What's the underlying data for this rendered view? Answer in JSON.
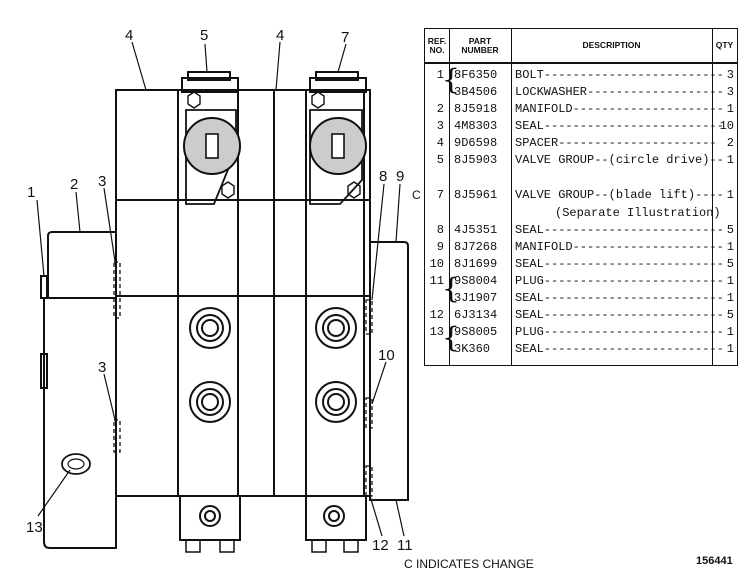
{
  "diagram": {
    "callouts": [
      "1",
      "2",
      "3",
      "4",
      "5",
      "4",
      "7",
      "8",
      "9",
      "3",
      "10",
      "13",
      "12",
      "11"
    ]
  },
  "table": {
    "headers": {
      "ref": "REF. NO.",
      "part": "PART NUMBER",
      "desc": "DESCRIPTION",
      "qty": "QTY"
    },
    "rows": [
      {
        "ref": "1",
        "part": "8F6350",
        "desc": "BOLT-------------------------",
        "qty": "3"
      },
      {
        "ref": "",
        "part": "3B4506",
        "desc": "LOCKWASHER-------------------",
        "qty": "3"
      },
      {
        "ref": "2",
        "part": "8J5918",
        "desc": "MANIFOLD---------------------",
        "qty": "1"
      },
      {
        "ref": "3",
        "part": "4M8303",
        "desc": "SEAL-------------------------",
        "qty": "10"
      },
      {
        "ref": "4",
        "part": "9D6598",
        "desc": "SPACER----------------------",
        "qty": "2"
      },
      {
        "ref": "5",
        "part": "8J5903",
        "desc": "VALVE GROUP--(circle drive)--",
        "qty": "1"
      },
      {
        "ref": "7",
        "part": "8J5961",
        "desc": "VALVE GROUP--(blade lift)----",
        "qty": "1"
      },
      {
        "ref": "",
        "part": "",
        "desc": "(Separate Illustration)",
        "qty": ""
      },
      {
        "ref": "8",
        "part": "4J5351",
        "desc": "SEAL-------------------------",
        "qty": "5"
      },
      {
        "ref": "9",
        "part": "8J7268",
        "desc": "MANIFOLD---------------------",
        "qty": "1"
      },
      {
        "ref": "10",
        "part": "8J1699",
        "desc": "SEAL-------------------------",
        "qty": "5"
      },
      {
        "ref": "11",
        "part": "9S8004",
        "desc": "PLUG-------------------------",
        "qty": "1"
      },
      {
        "ref": "",
        "part": "3J1907",
        "desc": "SEAL-------------------------",
        "qty": "1"
      },
      {
        "ref": "12",
        "part": "6J3134",
        "desc": "SEAL-------------------------",
        "qty": "5"
      },
      {
        "ref": "13",
        "part": "9S8005",
        "desc": "PLUG-------------------------",
        "qty": "1"
      },
      {
        "ref": "",
        "part": "3K360",
        "desc": "SEAL-------------------------",
        "qty": "1"
      }
    ]
  },
  "change_mark": "C",
  "footer_note": "C INDICATES CHANGE",
  "drawing_number": "156441"
}
